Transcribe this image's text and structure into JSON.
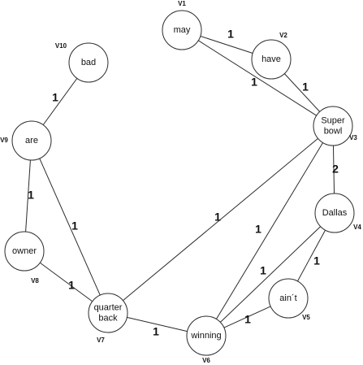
{
  "nodes": [
    {
      "id": "V1",
      "lines": [
        "may"
      ]
    },
    {
      "id": "V2",
      "lines": [
        "have"
      ]
    },
    {
      "id": "V3",
      "lines": [
        "Super",
        "bowl"
      ]
    },
    {
      "id": "V4",
      "lines": [
        "Dallas"
      ]
    },
    {
      "id": "V5",
      "lines": [
        "ain´t"
      ]
    },
    {
      "id": "V6",
      "lines": [
        "winning"
      ]
    },
    {
      "id": "V7",
      "lines": [
        "quarter",
        "back"
      ]
    },
    {
      "id": "V8",
      "lines": [
        "owner"
      ]
    },
    {
      "id": "V9",
      "lines": [
        "are"
      ]
    },
    {
      "id": "V10",
      "lines": [
        "bad"
      ]
    }
  ],
  "edges": [
    {
      "from": "V1",
      "to": "V2",
      "weight": "1"
    },
    {
      "from": "V1",
      "to": "V3",
      "weight": "1"
    },
    {
      "from": "V2",
      "to": "V3",
      "weight": "1"
    },
    {
      "from": "V3",
      "to": "V4",
      "weight": "2"
    },
    {
      "from": "V3",
      "to": "V7",
      "weight": "1"
    },
    {
      "from": "V3",
      "to": "V6",
      "weight": "1"
    },
    {
      "from": "V4",
      "to": "V5",
      "weight": "1"
    },
    {
      "from": "V4",
      "to": "V6",
      "weight": "1"
    },
    {
      "from": "V5",
      "to": "V6",
      "weight": "1"
    },
    {
      "from": "V6",
      "to": "V7",
      "weight": "1"
    },
    {
      "from": "V7",
      "to": "V8",
      "weight": "1"
    },
    {
      "from": "V7",
      "to": "V9",
      "weight": "1"
    },
    {
      "from": "V8",
      "to": "V9",
      "weight": "1"
    },
    {
      "from": "V9",
      "to": "V10",
      "weight": "1"
    }
  ]
}
